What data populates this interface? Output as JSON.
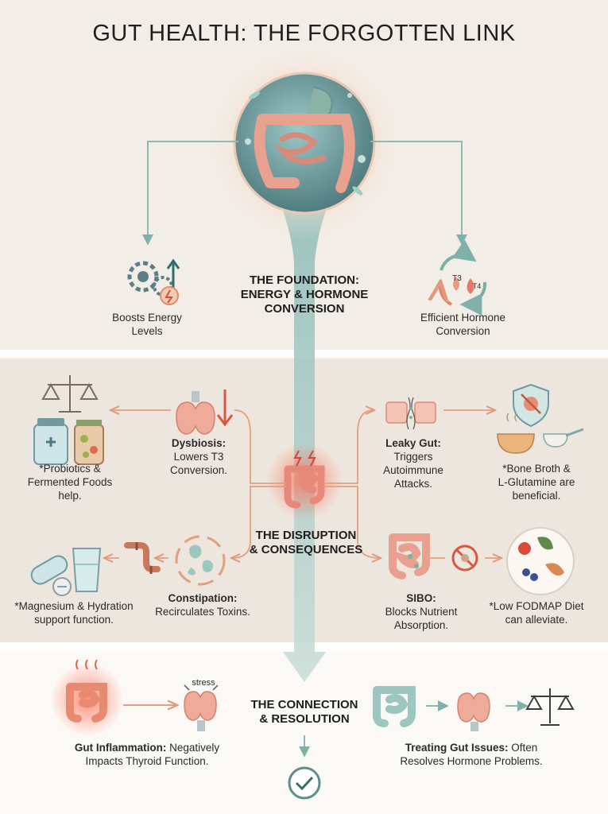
{
  "title": "GUT HEALTH: THE FORGOTTEN LINK",
  "colors": {
    "arrow_teal": "#8fb9b2",
    "arrow_orange": "#e0a080",
    "gut_pink": "#e39a8c",
    "teal_fill": "#a9cfc8",
    "inflammation_red": "#e8573f"
  },
  "foundation": {
    "heading_line1": "THE FOUNDATION:",
    "heading_line2": "ENERGY & HORMONE",
    "heading_line3": "CONVERSION",
    "left": {
      "line1": "Boosts Energy",
      "line2": "Levels",
      "icon": "gear-energy-icon"
    },
    "right": {
      "line1": "Efficient Hormone",
      "line2": "Conversion",
      "icon": "t3-t4-cycle-icon",
      "t3": "T3",
      "t4": "T4"
    }
  },
  "disruption": {
    "heading_line1": "THE DISRUPTION",
    "heading_line2": "& CONSEQUENCES",
    "dysbiosis": {
      "title": "Dysbiosis:",
      "line1": "Lowers T3",
      "line2": "Conversion."
    },
    "probiotics": {
      "line1": "*Probiotics &",
      "line2": "Fermented Foods",
      "line3": "help."
    },
    "leaky": {
      "title": "Leaky Gut:",
      "line1": "Triggers",
      "line2": "Autoimmune",
      "line3": "Attacks."
    },
    "bone_broth": {
      "line1": "*Bone Broth &",
      "line2": "L-Glutamine are",
      "line3": "beneficial."
    },
    "constipation": {
      "title": "Constipation:",
      "line1": "Recirculates Toxins."
    },
    "magnesium": {
      "line1": "*Magnesium & Hydration",
      "line2": "support function."
    },
    "sibo": {
      "title": "SIBO:",
      "line1": "Blocks Nutrient",
      "line2": "Absorption."
    },
    "fodmap": {
      "line1": "*Low FODMAP Diet",
      "line2": "can alleviate."
    }
  },
  "connection": {
    "heading_line1": "THE CONNECTION",
    "heading_line2": "& RESOLUTION",
    "stress_label": "stress",
    "inflammation": {
      "title": "Gut Inflammation:",
      "rest": " Negatively",
      "line2": "Impacts Thyroid Function."
    },
    "treating": {
      "title": "Treating Gut Issues:",
      "rest": " Often",
      "line2": "Resolves Hormone Problems."
    }
  }
}
